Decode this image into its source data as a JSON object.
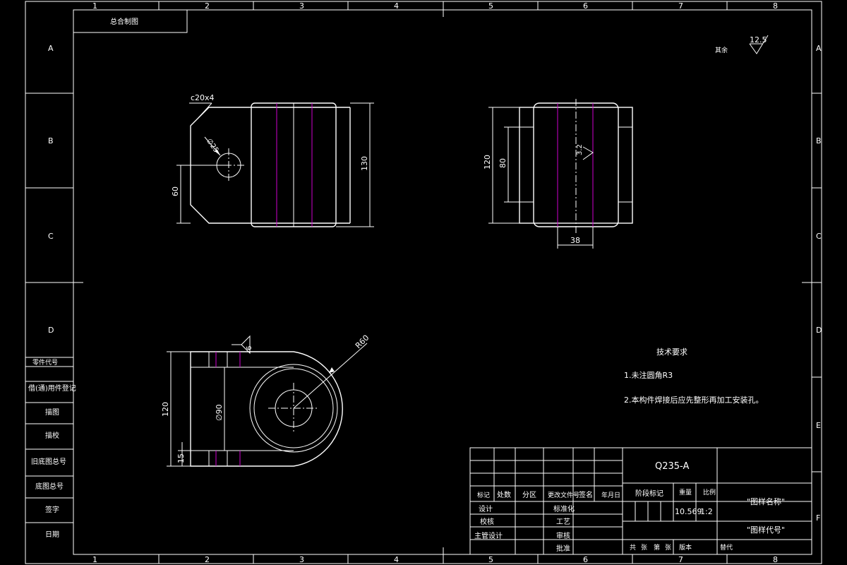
{
  "frame": {
    "top_columns": [
      "1",
      "2",
      "3",
      "4",
      "5",
      "6",
      "7",
      "8"
    ],
    "bottom_columns": [
      "1",
      "2",
      "3",
      "4",
      "5",
      "6",
      "7",
      "8"
    ],
    "left_rows": [
      "A",
      "B",
      "C",
      "D"
    ],
    "right_rows": [
      "A",
      "B",
      "C",
      "D",
      "E",
      "F"
    ]
  },
  "title_tab": "总合制图",
  "roughness": {
    "label": "其余",
    "value": "12.5"
  },
  "view_front": {
    "chamfer": "c20x4",
    "hole_dia": "∅25",
    "dim_60": "60",
    "dim_130": "130"
  },
  "view_side": {
    "dim_120": "120",
    "dim_80": "80",
    "dim_38": "38",
    "roughness": "3.2"
  },
  "view_top": {
    "weld": "6",
    "radius": "R60",
    "dim_120": "120",
    "dia_90": "∅90",
    "dim_15": "15"
  },
  "tech": {
    "title": "技术要求",
    "items": [
      "1.未注圆角R3",
      "2.本构件焊接后应先整形再加工安装孔。"
    ]
  },
  "left_strip": [
    "零件代号",
    "借(通)用件登记",
    "描图",
    "描校",
    "旧底图总号",
    "底图总号",
    "签字",
    "日期"
  ],
  "title_block": {
    "material": "Q235-A",
    "revision_headers": [
      "标记",
      "处数",
      "分区",
      "更改文件号",
      "签名",
      "年月日"
    ],
    "left_rows": [
      "设计",
      "校核",
      "主管设计"
    ],
    "mid_rows": [
      "标准化",
      "工艺",
      "审核",
      "批准"
    ],
    "stage_label": "阶段标记",
    "weight_label": "重量",
    "scale_label": "比例",
    "weight": "10.569",
    "scale": "1:2",
    "drawing_name": "\"图样名称\"",
    "drawing_code": "\"图样代号\"",
    "bottom": [
      "共",
      "张",
      "第",
      "张",
      "版本",
      "替代"
    ]
  }
}
